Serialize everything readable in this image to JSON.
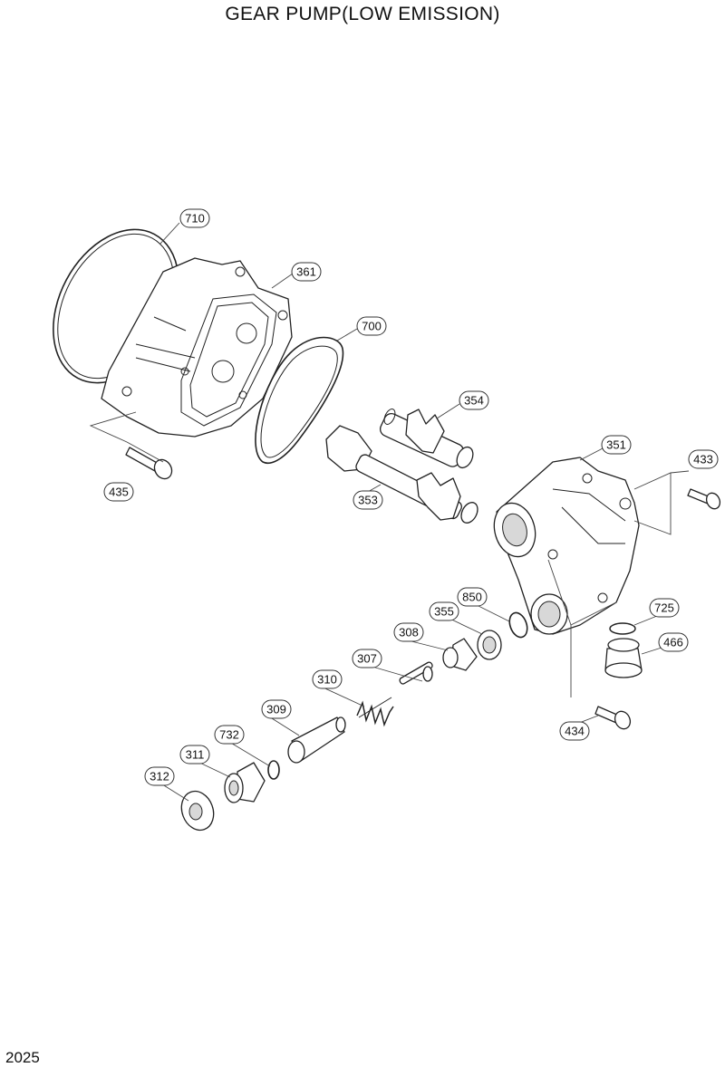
{
  "title": "GEAR PUMP(LOW EMISSION)",
  "page_number": "2025",
  "callouts": [
    {
      "id": "c710",
      "label": "710"
    },
    {
      "id": "c361",
      "label": "361"
    },
    {
      "id": "c700",
      "label": "700"
    },
    {
      "id": "c354",
      "label": "354"
    },
    {
      "id": "c351",
      "label": "351"
    },
    {
      "id": "c433",
      "label": "433"
    },
    {
      "id": "c435",
      "label": "435"
    },
    {
      "id": "c353",
      "label": "353"
    },
    {
      "id": "c850",
      "label": "850"
    },
    {
      "id": "c355",
      "label": "355"
    },
    {
      "id": "c725",
      "label": "725"
    },
    {
      "id": "c308",
      "label": "308"
    },
    {
      "id": "c466",
      "label": "466"
    },
    {
      "id": "c307",
      "label": "307"
    },
    {
      "id": "c310",
      "label": "310"
    },
    {
      "id": "c309",
      "label": "309"
    },
    {
      "id": "c434",
      "label": "434"
    },
    {
      "id": "c732",
      "label": "732"
    },
    {
      "id": "c311",
      "label": "311"
    },
    {
      "id": "c312",
      "label": "312"
    }
  ]
}
